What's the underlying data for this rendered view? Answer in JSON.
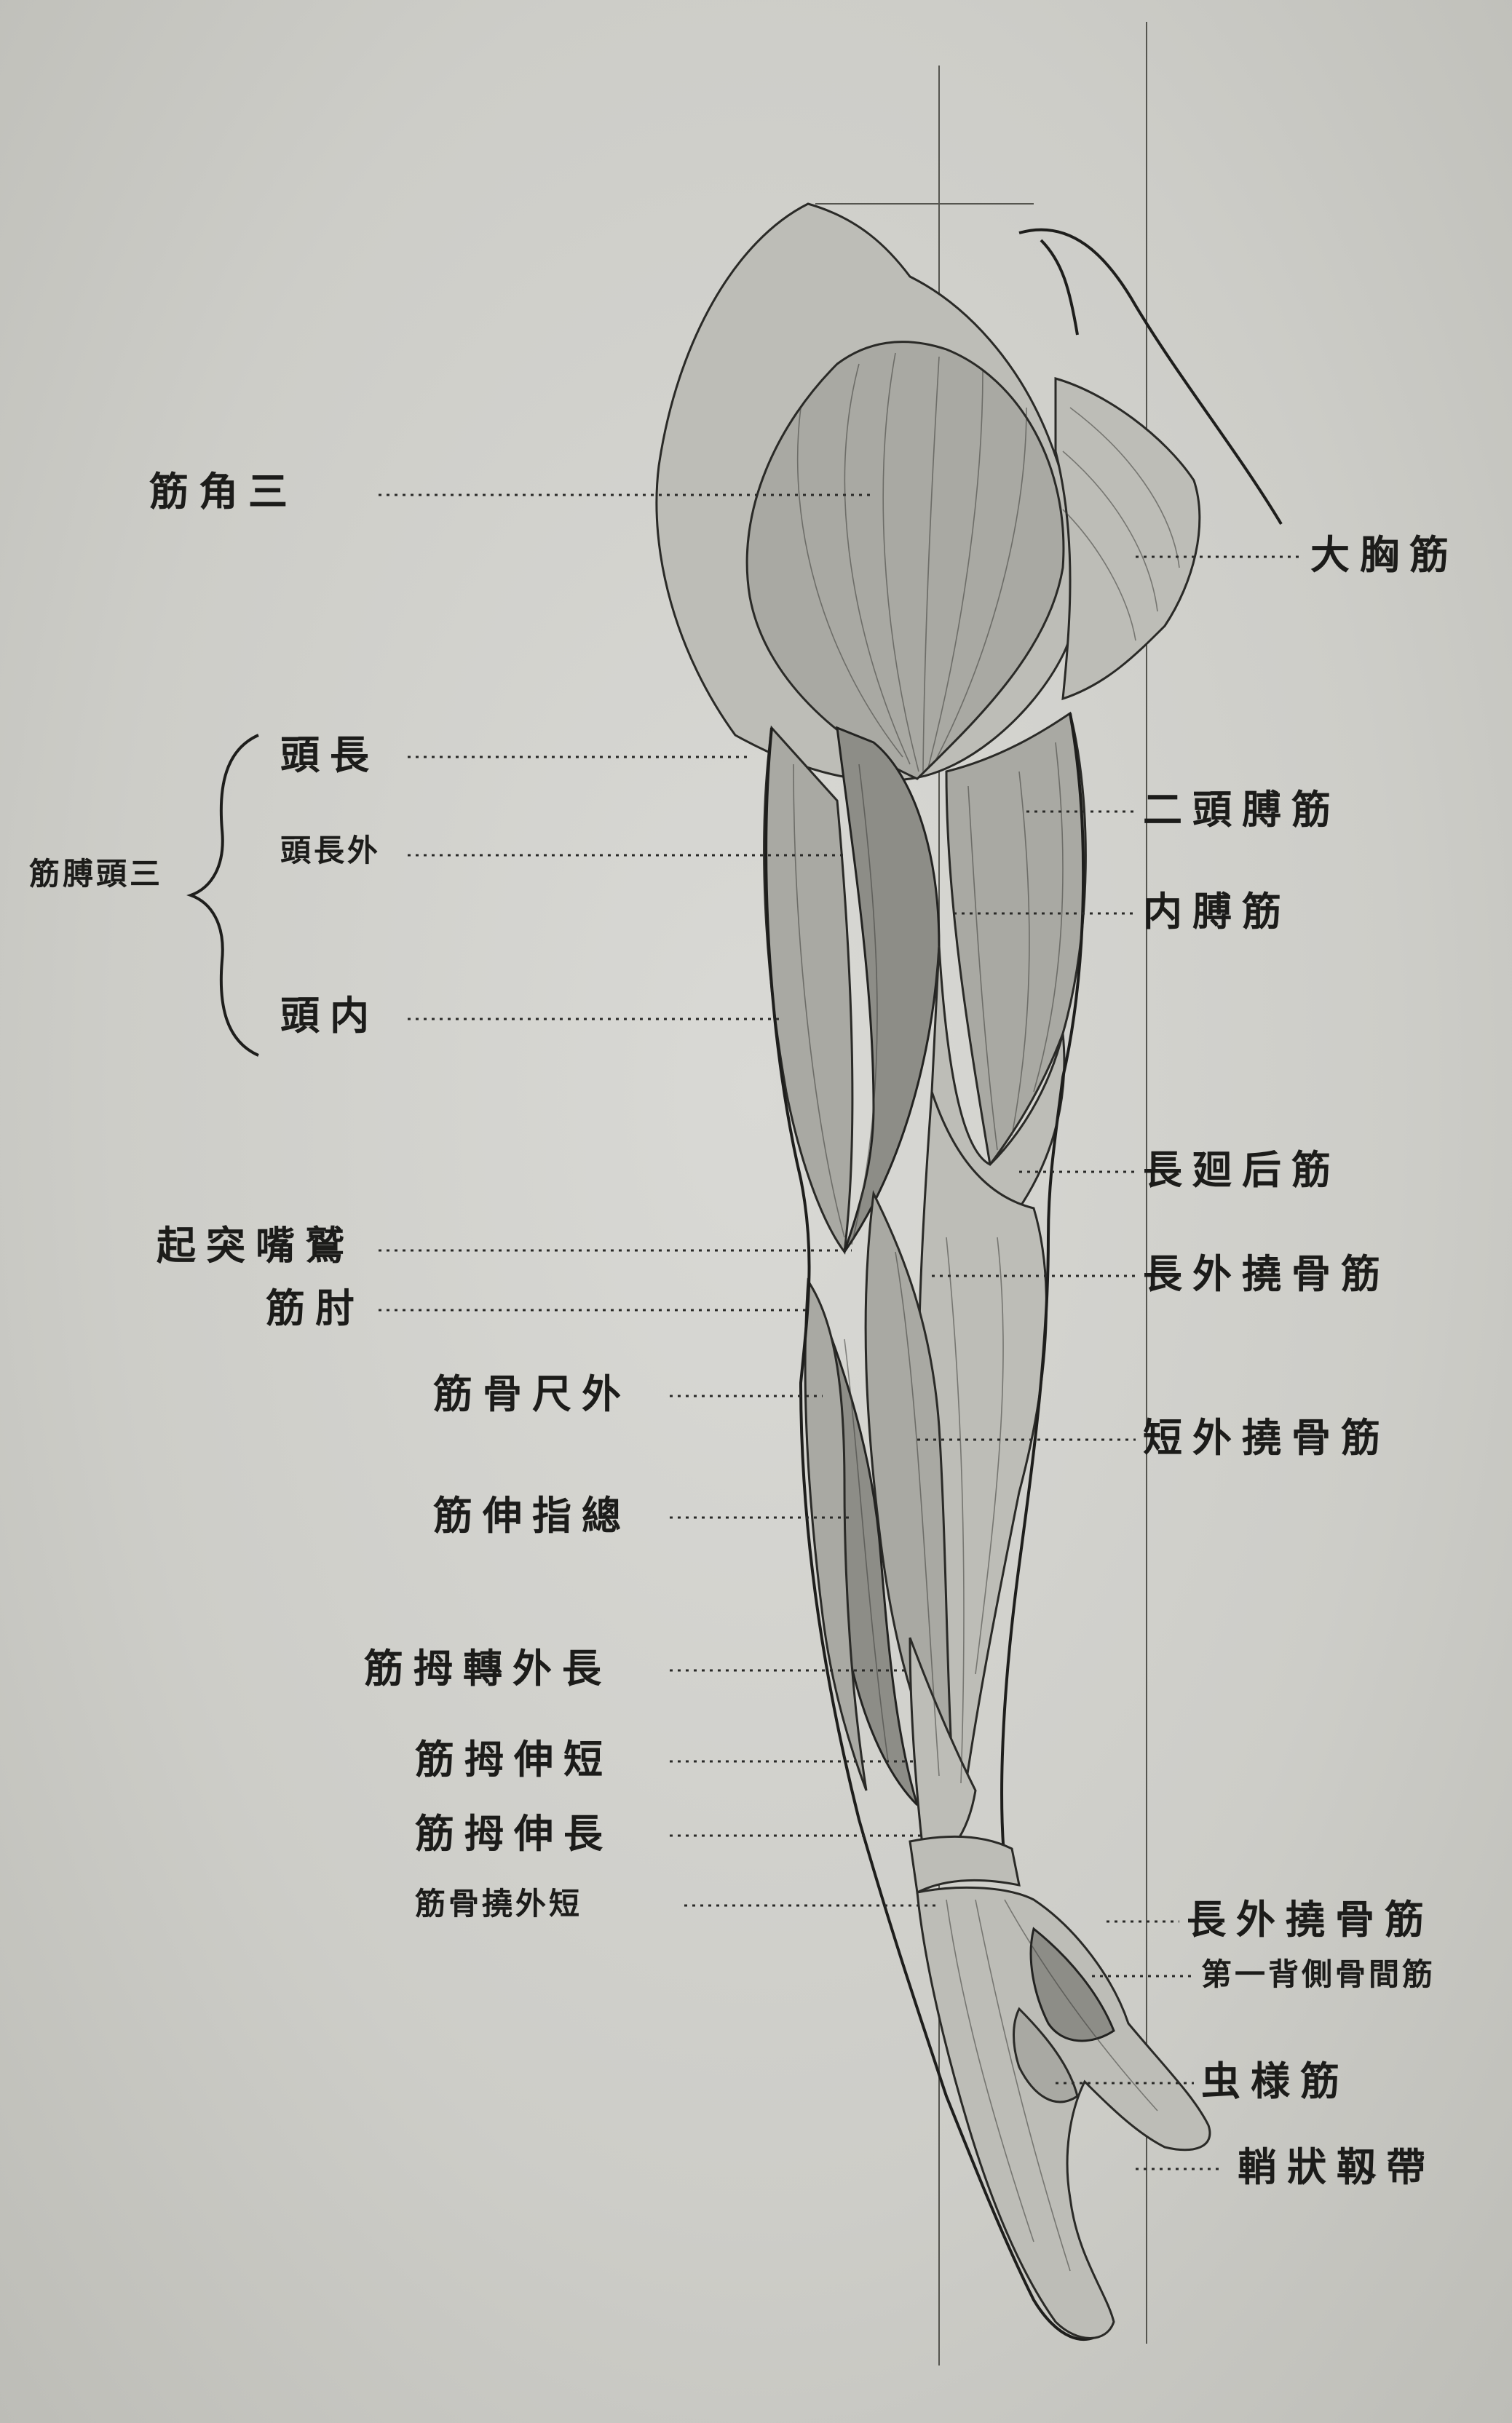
{
  "labels_left": {
    "deltoid": "筋角三",
    "triceps_group": "筋膊頭三",
    "long_head": "頭長",
    "lateral_head": "頭長外",
    "medial_head": "頭内",
    "epicondyle": "起突嘴鷲",
    "anconeus": "筋肘",
    "ext_carpi_ulnaris": "筋骨尺外",
    "ext_digitorum": "筋伸指總",
    "abd_pollicis_longus": "筋拇轉外長",
    "ext_pollicis_brevis": "筋拇伸短",
    "ext_pollicis_longus": "筋拇伸長",
    "ext_carpi_radialis_brevis_wrist": "筋骨撓外短"
  },
  "labels_right": {
    "pectoralis_major": "大胸筋",
    "biceps": "二頭膊筋",
    "brachialis": "内膊筋",
    "brachioradialis": "長廻后筋",
    "ext_carpi_radialis_longus": "長外撓骨筋",
    "ext_carpi_radialis_brevis": "短外撓骨筋",
    "ext_carpi_radialis_longus_wrist": "長外撓骨筋",
    "first_dorsal_interosseous": "第一背側骨間筋",
    "lumbrical": "虫様筋",
    "dorsal_carpal_ligament": "輎狀靱帶"
  },
  "colors": {
    "paper": "#cfcfcb",
    "ink": "#1c1c1a",
    "muscle": "#a9a9a3"
  }
}
